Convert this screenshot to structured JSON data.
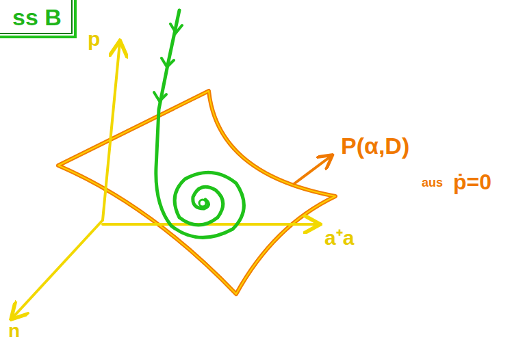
{
  "diagram": {
    "nodes": [
      {
        "text": [
          "ss B"
        ]
      }
    ],
    "labels": [
      "p",
      "a⁺a",
      "n",
      "P(α,D)",
      "aus",
      "ṗ=0"
    ]
  }
}
